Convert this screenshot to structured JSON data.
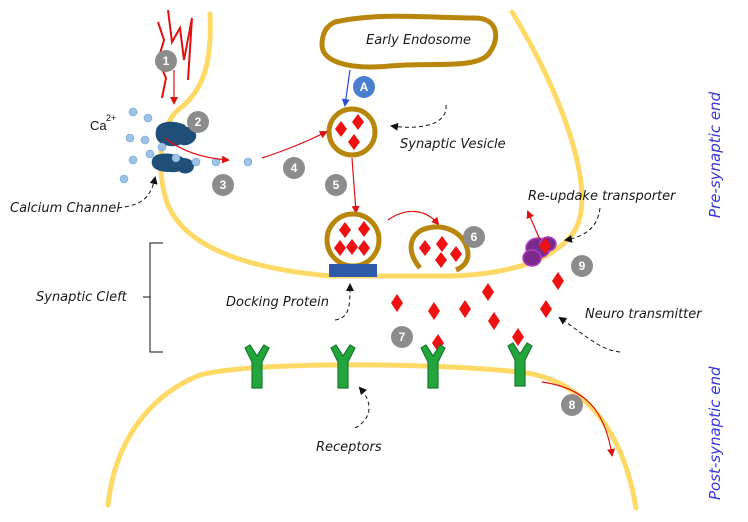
{
  "labels": {
    "early_endosome": "Early Endosome",
    "synaptic_vesicle": "Synaptic Vesicle",
    "calcium_channel": "Calcium Channel",
    "calcium_ion": "Ca",
    "calcium_charge": "2+",
    "synaptic_cleft": "Synaptic Cleft",
    "docking_protein": "Docking Protein",
    "reuptake_transporter": "Re-updake transporter",
    "neuro_transmitter": "Neuro transmitter",
    "receptors": "Receptors",
    "pre_synaptic": "Pre-synaptic end",
    "post_synaptic": "Post-synaptic end"
  },
  "steps": [
    "1",
    "2",
    "3",
    "4",
    "5",
    "6",
    "7",
    "8",
    "9"
  ],
  "step_a": "A",
  "colors": {
    "membrane": "#ffd966",
    "vesicle_ring": "#b8860b",
    "neurotransmitter": "#ee1111",
    "calcium_channel": "#1f4e79",
    "receptor": "#22a53c",
    "transporter": "#7a2a8a",
    "step_badge": "#8c8c8c",
    "step_a_badge": "#4a7fd0",
    "ion": "#9cc3e6",
    "side_text": "#3535e0"
  }
}
